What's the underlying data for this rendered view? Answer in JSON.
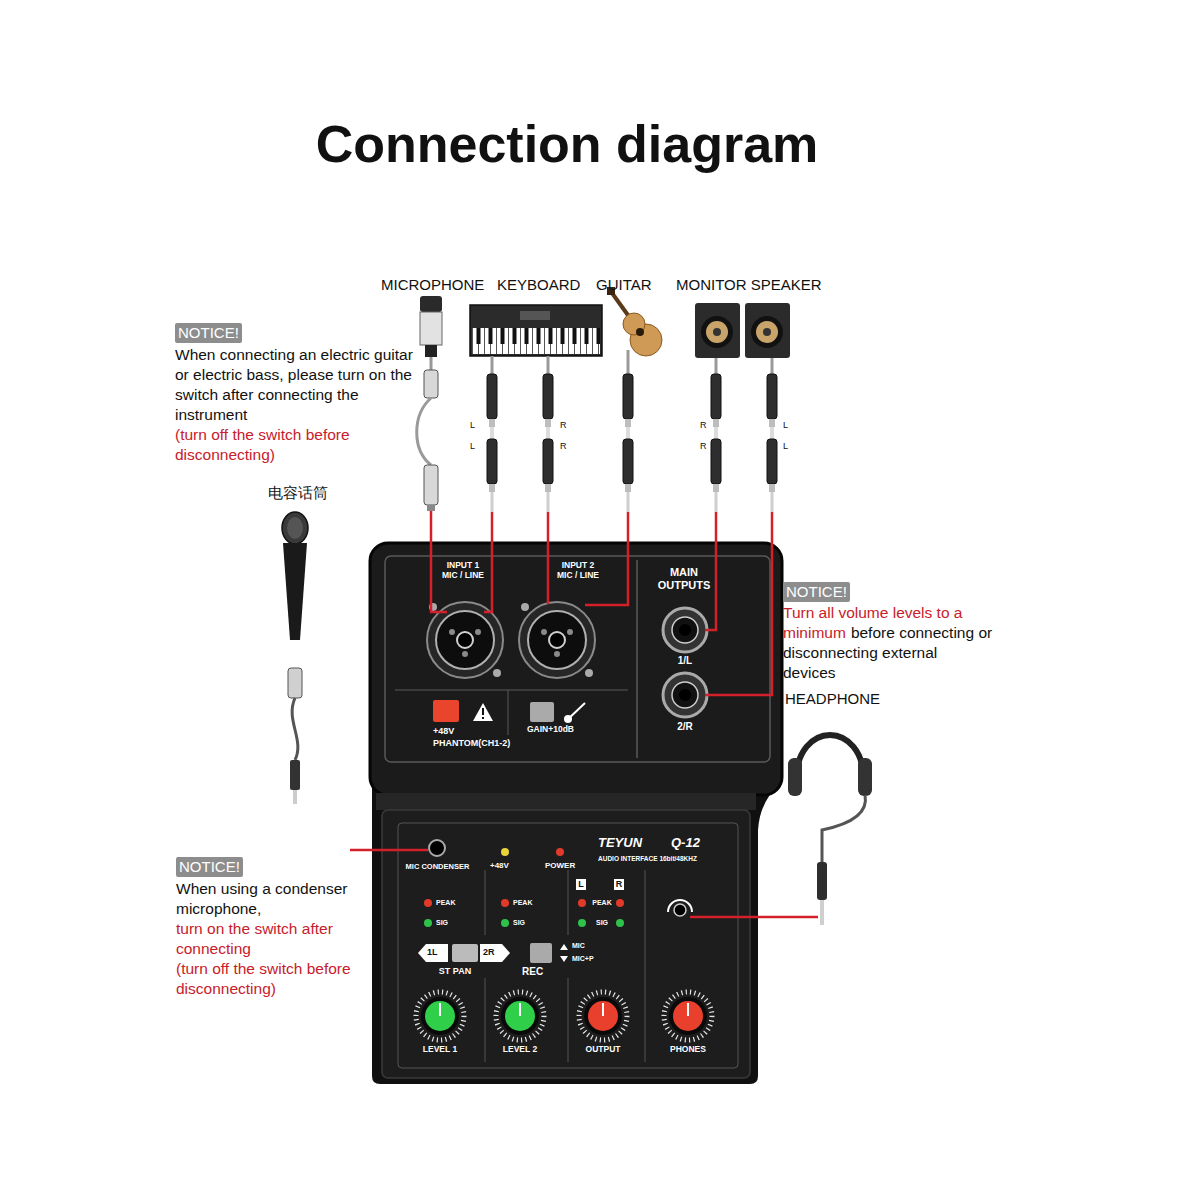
{
  "diagram": {
    "title": "Connection diagram",
    "nodes": [
      {
        "text": [
          "NOTICE!"
        ]
      },
      {
        "text": [
          "NOTICE!"
        ]
      },
      {
        "text": [
          "NOTICE!"
        ]
      }
    ],
    "labels": [
      "MICROPHONE",
      "KEYBOARD",
      "GUITAR",
      "MONITOR SPEAKER",
      "When connecting an electric guitar or electric bass, please turn on the switch after connecting the instrument",
      "(turn off the switch before disconnecting)",
      "L",
      "L",
      "R",
      "R",
      "R",
      "R",
      "L",
      "L",
      "电容话筒",
      "INPUT 1 MIC / LINE",
      "INPUT 2 MIC / LINE",
      "MAIN OUTPUTS",
      "+48V",
      "PHANTOM(CH1-2)",
      "GAIN+10dB",
      "1/L",
      "2/R",
      "Turn all volume levels to a minimum",
      "before connecting or disconnecting external devices",
      "HEADPHONE",
      "MIC CONDENSER",
      "+48V",
      "POWER",
      "TEYUN",
      "Q-12",
      "AUDIO INTERFACE 16bit/48KHZ",
      "L",
      "R",
      "PEAK",
      "SIG",
      "PEAK",
      "SIG",
      "PEAK",
      "SIG",
      "1L",
      "2R",
      "ST PAN",
      "REC",
      "MIC",
      "MIC+P",
      "LEVEL 1",
      "LEVEL 2",
      "OUTPUT",
      "PHONES",
      "When using a condenser microphone,",
      "turn on the switch after connecting",
      "(turn off the switch before disconnecting)"
    ]
  }
}
